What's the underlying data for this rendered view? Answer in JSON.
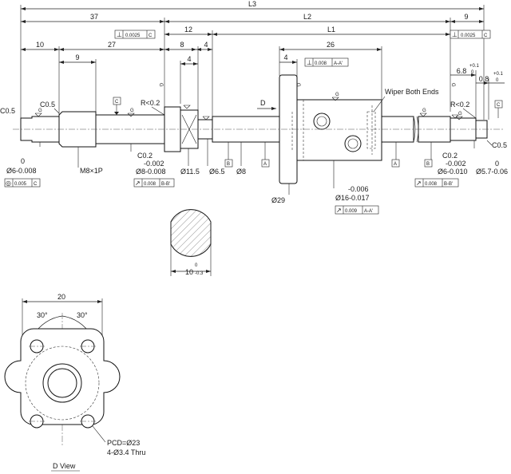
{
  "dimensions": {
    "L3": "L3",
    "L2": "L2",
    "L1": "L1",
    "d37": "37",
    "d12": "12",
    "d9_right": "9",
    "d10": "10",
    "d27": "27",
    "d9_left": "9",
    "d8": "8",
    "d4_a": "4",
    "d4_b": "4",
    "d26": "26",
    "d4_nut": "4",
    "d6_8": "6.8",
    "d6_8_tol_top": "+0.1",
    "d6_8_tol_bot": "0",
    "d0_8": "0.8",
    "d0_8_tol_top": "+0.1",
    "d0_8_tol_bot": "0",
    "chamfer_left": "C0.5",
    "chamfer_left2": "C0.5",
    "chamfer_right": "C0.5",
    "chamfer_c02_left": "C0.2",
    "chamfer_c02_right": "C0.2",
    "radius_left": "R<0.2",
    "radius_right": "R<0.2",
    "dia6_top": "0",
    "dia6_bot": "Ø6-0.008",
    "thread": "M8×1P",
    "dia8_top": "-0.002",
    "dia8_bot": "Ø8-0.008",
    "dia11_5": "Ø11.5",
    "dia6_5": "Ø6.5",
    "dia8_plain": "Ø8",
    "dia29": "Ø29",
    "dia16_top": "-0.006",
    "dia16_bot": "Ø16-0.017",
    "dia6r_top": "-0.002",
    "dia6r_bot": "Ø6-0.010",
    "dia5_7_top": "0",
    "dia5_7_bot": "Ø5.7-0.06",
    "flat_width": "10",
    "flat_tol_top": "0",
    "flat_tol_bot": "-0.3",
    "direction_d": "D",
    "wiper_note": "Wiper Both Ends"
  },
  "tolerance_frames": {
    "perp_left": {
      "symbol": "⊥",
      "value": "0.0025",
      "datum": "C"
    },
    "perp_right": {
      "symbol": "⊥",
      "value": "0.0025",
      "datum": "C"
    },
    "perp_nut": {
      "symbol": "⊥",
      "value": "0.008",
      "datum": "A-A'"
    },
    "circ_left": {
      "symbol": "◎",
      "value": "0.005",
      "datum": "C"
    },
    "runout_left": {
      "symbol": "↗",
      "value": "0.008",
      "datum": "B-B'"
    },
    "runout_nut": {
      "symbol": "↗",
      "value": "0.009",
      "datum": "A-A'"
    },
    "runout_right": {
      "symbol": "↗",
      "value": "0.008",
      "datum": "B-B'"
    }
  },
  "datums": {
    "c_left": "C",
    "c_right": "C",
    "b_left": "B",
    "a_left": "A",
    "a_right": "A",
    "b_right": "B"
  },
  "finish": {
    "g": "G"
  },
  "flange_view": {
    "width": "20",
    "angle_left": "30°",
    "angle_right": "30°",
    "pcd": "PCD=Ø23",
    "holes": "4-Ø3.4 Thru",
    "title": "D View"
  }
}
